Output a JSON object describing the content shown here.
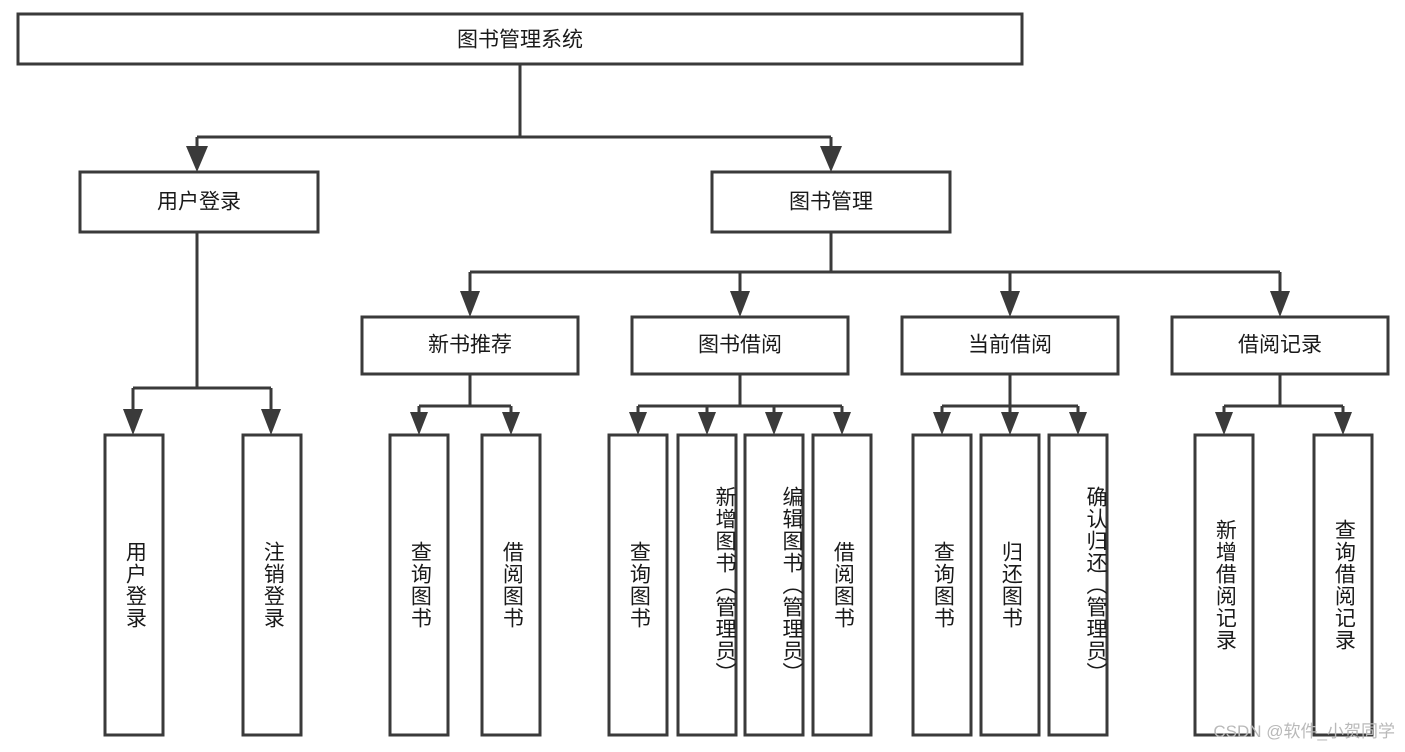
{
  "diagram": {
    "type": "tree-hierarchy",
    "orientation": "top-down",
    "root": {
      "label": "图书管理系统"
    },
    "level2": [
      {
        "label": "用户登录"
      },
      {
        "label": "图书管理"
      }
    ],
    "level3": [
      {
        "label": "新书推荐"
      },
      {
        "label": "图书借阅"
      },
      {
        "label": "当前借阅"
      },
      {
        "label": "借阅记录"
      }
    ],
    "leaves": {
      "user_login": [
        {
          "label": "用户登录"
        },
        {
          "label": "注销登录"
        }
      ],
      "new_book_recommend": [
        {
          "label": "查询图书"
        },
        {
          "label": "借阅图书"
        }
      ],
      "book_borrow": [
        {
          "label": "查询图书"
        },
        {
          "label": "新增图书（管理员）"
        },
        {
          "label": "编辑图书（管理员）"
        },
        {
          "label": "借阅图书"
        }
      ],
      "current_borrow": [
        {
          "label": "查询图书"
        },
        {
          "label": "归还图书"
        },
        {
          "label": "确认归还（管理员）"
        }
      ],
      "borrow_record": [
        {
          "label": "新增借阅记录"
        },
        {
          "label": "查询借阅记录"
        }
      ]
    }
  },
  "watermark": {
    "text": "CSDN @软件_小贺同学"
  },
  "colors": {
    "box_stroke": "#3a3a3a",
    "box_fill": "#ffffff",
    "text": "#1a1a1a",
    "watermark": "#b9b9b9",
    "background": "#ffffff"
  }
}
